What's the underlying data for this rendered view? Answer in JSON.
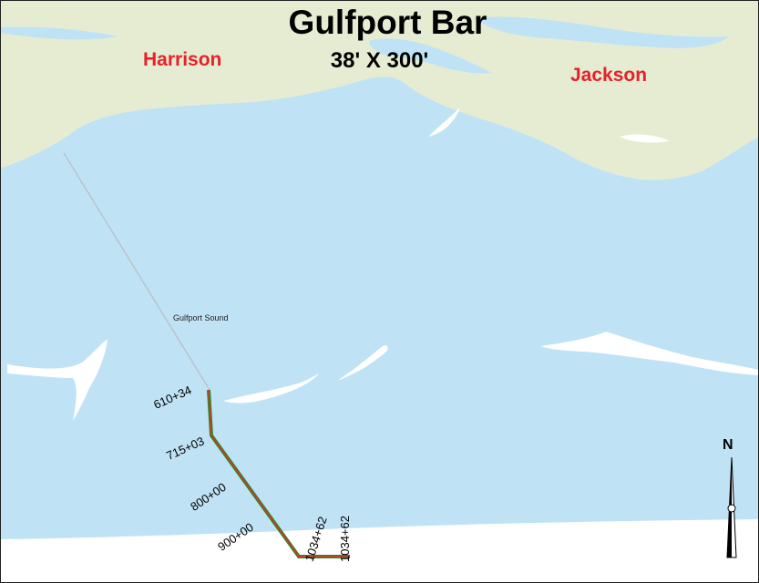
{
  "map": {
    "title": "Gulfport Bar",
    "subtitle": "38' X 300'",
    "counties": [
      {
        "name": "Harrison",
        "color": "#e8202a"
      },
      {
        "name": "Jackson",
        "color": "#e8202a"
      }
    ],
    "waterbody": "Gulfport Sound",
    "stations": [
      "610+34",
      "715+03",
      "800+00",
      "900+00",
      "1034+62",
      "1034+62"
    ],
    "north_label": "N",
    "colors": {
      "water": "#bfe3f5",
      "land": "#e6ecd2",
      "island": "#ffffff",
      "channel_outer": "#2a8a2a",
      "channel_inner": "#e32c2c"
    },
    "icons": {
      "compass": "north-arrow-icon"
    }
  }
}
